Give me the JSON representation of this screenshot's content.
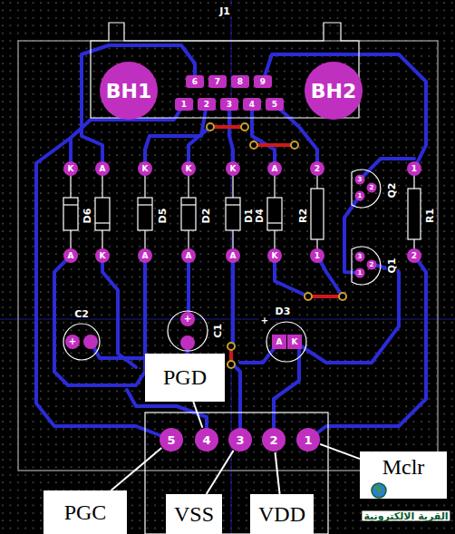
{
  "diagram": {
    "nodes": [
      {
        "text": [
          "PGD"
        ]
      },
      {
        "text": [
          "5"
        ]
      },
      {
        "text": [
          "4"
        ]
      },
      {
        "text": [
          "3"
        ]
      },
      {
        "text": [
          "2"
        ]
      },
      {
        "text": [
          "1"
        ]
      },
      {
        "text": [
          "PGC"
        ]
      },
      {
        "text": [
          "VSS"
        ]
      },
      {
        "text": [
          "VDD"
        ]
      },
      {
        "text": [
          "Mclr"
        ]
      }
    ],
    "edges": [
      {
        "from": 0,
        "to": 2,
        "arrow": "none"
      },
      {
        "from": 6,
        "to": 1,
        "arrow": "none"
      },
      {
        "from": 7,
        "to": 3,
        "arrow": "none"
      },
      {
        "from": 8,
        "to": 4,
        "arrow": "none"
      },
      {
        "from": 9,
        "to": 5,
        "arrow": "none"
      }
    ],
    "labels": [
      "J1",
      "BH1",
      "BH2",
      "6",
      "7",
      "8",
      "9",
      "1",
      "2",
      "3",
      "4",
      "5",
      "K",
      "A",
      "K",
      "K",
      "K",
      "A",
      "2",
      "1",
      "A",
      "K",
      "A",
      "A",
      "A",
      "K",
      "1",
      "2",
      "D6",
      "D5",
      "D2",
      "D1",
      "D4",
      "R2",
      "Q2",
      "R1",
      "Q1",
      "3",
      "2",
      "1",
      "3",
      "2",
      "1",
      "C2",
      "+",
      "C1",
      "+",
      "D3",
      "A",
      "K",
      "+",
      "القرية الالكترونية"
    ]
  }
}
